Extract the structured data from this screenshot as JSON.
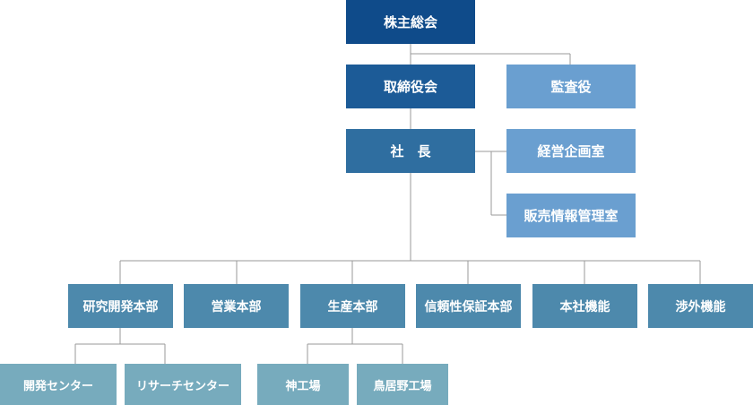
{
  "chart": {
    "shareholders_meeting": "株主総会",
    "board_of_directors": "取締役会",
    "auditor": "監査役",
    "president": "社　長",
    "corporate_planning_office": "経営企画室",
    "sales_info_office": "販売情報管理室",
    "divisions": [
      "研究開発本部",
      "営業本部",
      "生産本部",
      "信頼性保証本部",
      "本社機能",
      "渉外機能"
    ],
    "rd_units": [
      "開発センター",
      "リサーチセンター"
    ],
    "production_units": [
      "神工場",
      "鳥居野工場"
    ]
  },
  "colors": {
    "level1": "#0f4b8a",
    "level2": "#1c5b97",
    "level3": "#2f6ea0",
    "staff": "#6a9fd0",
    "division": "#4d89ac",
    "unit": "#77abbd",
    "line": "#9a9a9a"
  }
}
